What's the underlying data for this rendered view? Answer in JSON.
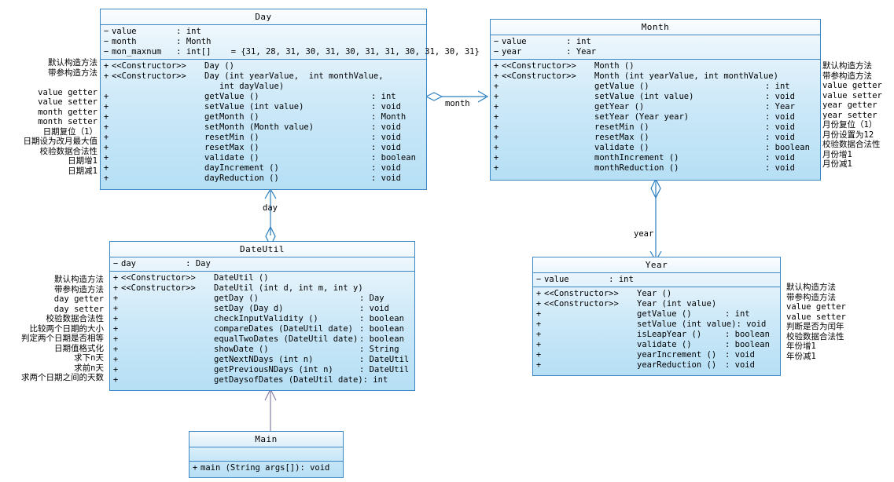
{
  "diagram": {
    "title": "UML Class Diagram",
    "accent_border": "#3b87c4",
    "fill_top": "#fbfdff",
    "fill_bottom": "#b6dff5",
    "connector_color": "#2a7fbf",
    "dependency_color": "#8a7fa8"
  },
  "classes": {
    "day": {
      "name": "Day",
      "attributes": [
        {
          "vis": "−",
          "text": "value",
          "colon": ":",
          "type": "int"
        },
        {
          "vis": "−",
          "text": "month",
          "colon": ":",
          "type": "Month"
        },
        {
          "vis": "−",
          "text": "mon_maxnum",
          "colon": ":",
          "type": "int[]    = {31, 28, 31, 30, 31, 30, 31, 31, 30, 31, 30, 31}"
        }
      ],
      "methods": [
        {
          "vis": "+",
          "stereo": "<<Constructor>>",
          "name": "Day ()",
          "colon": "",
          "ret": ""
        },
        {
          "vis": "+",
          "stereo": "<<Constructor>>",
          "name": "Day (int yearValue,  int monthValue,",
          "colon": "",
          "ret": ""
        },
        {
          "vis": "",
          "stereo": "",
          "name": "int dayValue)",
          "colon": "",
          "ret": "",
          "indent": true
        },
        {
          "vis": "+",
          "stereo": "",
          "name": "getValue ()",
          "colon": ":",
          "ret": "int"
        },
        {
          "vis": "+",
          "stereo": "",
          "name": "setValue (int value)",
          "colon": ":",
          "ret": "void"
        },
        {
          "vis": "+",
          "stereo": "",
          "name": "getMonth ()",
          "colon": ":",
          "ret": "Month"
        },
        {
          "vis": "+",
          "stereo": "",
          "name": "setMonth (Month value)",
          "colon": ":",
          "ret": "void"
        },
        {
          "vis": "+",
          "stereo": "",
          "name": "resetMin ()",
          "colon": ":",
          "ret": "void"
        },
        {
          "vis": "+",
          "stereo": "",
          "name": "resetMax ()",
          "colon": ":",
          "ret": "void"
        },
        {
          "vis": "+",
          "stereo": "",
          "name": "validate ()",
          "colon": ":",
          "ret": "boolean"
        },
        {
          "vis": "+",
          "stereo": "",
          "name": "dayIncrement ()",
          "colon": ":",
          "ret": "void"
        },
        {
          "vis": "+",
          "stereo": "",
          "name": "dayReduction ()",
          "colon": ":",
          "ret": "void"
        }
      ]
    },
    "month": {
      "name": "Month",
      "attributes": [
        {
          "vis": "−",
          "text": "value",
          "colon": ":",
          "type": "int"
        },
        {
          "vis": "−",
          "text": "year",
          "colon": ":",
          "type": "Year"
        }
      ],
      "methods": [
        {
          "vis": "+",
          "stereo": "<<Constructor>>",
          "name": "Month ()",
          "colon": "",
          "ret": ""
        },
        {
          "vis": "+",
          "stereo": "<<Constructor>>",
          "name": "Month (int yearValue, int monthValue)",
          "colon": "",
          "ret": ""
        },
        {
          "vis": "+",
          "stereo": "",
          "name": "getValue ()",
          "colon": ":",
          "ret": "int"
        },
        {
          "vis": "+",
          "stereo": "",
          "name": "setValue (int value)",
          "colon": ":",
          "ret": "void"
        },
        {
          "vis": "+",
          "stereo": "",
          "name": "getYear ()",
          "colon": ":",
          "ret": "Year"
        },
        {
          "vis": "+",
          "stereo": "",
          "name": "setYear (Year year)",
          "colon": ":",
          "ret": "void"
        },
        {
          "vis": "+",
          "stereo": "",
          "name": "resetMin ()",
          "colon": ":",
          "ret": "void"
        },
        {
          "vis": "+",
          "stereo": "",
          "name": "resetMax ()",
          "colon": ":",
          "ret": "void"
        },
        {
          "vis": "+",
          "stereo": "",
          "name": "validate ()",
          "colon": ":",
          "ret": "boolean"
        },
        {
          "vis": "+",
          "stereo": "",
          "name": "monthIncrement ()",
          "colon": ":",
          "ret": "void"
        },
        {
          "vis": "+",
          "stereo": "",
          "name": "monthReduction ()",
          "colon": ":",
          "ret": "void"
        }
      ]
    },
    "dateutil": {
      "name": "DateUtil",
      "attributes": [
        {
          "vis": "−",
          "text": "day",
          "colon": ":",
          "type": "Day"
        }
      ],
      "methods": [
        {
          "vis": "+",
          "stereo": "<<Constructor>>",
          "name": "DateUtil ()",
          "colon": "",
          "ret": ""
        },
        {
          "vis": "+",
          "stereo": "<<Constructor>>",
          "name": "DateUtil (int d, int m, int y)",
          "colon": "",
          "ret": ""
        },
        {
          "vis": "+",
          "stereo": "",
          "name": "getDay ()",
          "colon": ":",
          "ret": "Day"
        },
        {
          "vis": "+",
          "stereo": "",
          "name": "setDay (Day d)",
          "colon": ":",
          "ret": "void"
        },
        {
          "vis": "+",
          "stereo": "",
          "name": "checkInputValidity ()",
          "colon": ":",
          "ret": "boolean"
        },
        {
          "vis": "+",
          "stereo": "",
          "name": "compareDates (DateUtil date)",
          "colon": ":",
          "ret": "boolean"
        },
        {
          "vis": "+",
          "stereo": "",
          "name": "equalTwoDates (DateUtil date)",
          "colon": ":",
          "ret": "boolean"
        },
        {
          "vis": "+",
          "stereo": "",
          "name": "showDate ()",
          "colon": ":",
          "ret": "String"
        },
        {
          "vis": "+",
          "stereo": "",
          "name": "getNextNDays (int n)",
          "colon": ":",
          "ret": "DateUtil"
        },
        {
          "vis": "+",
          "stereo": "",
          "name": "getPreviousNDays (int n)",
          "colon": ":",
          "ret": "DateUtil"
        },
        {
          "vis": "+",
          "stereo": "",
          "name": "getDaysofDates (DateUtil date)",
          "colon": ":",
          "ret": "int"
        }
      ]
    },
    "year": {
      "name": "Year",
      "attributes": [
        {
          "vis": "−",
          "text": "value",
          "colon": ":",
          "type": "int"
        }
      ],
      "methods": [
        {
          "vis": "+",
          "stereo": "<<Constructor>>",
          "name": "Year ()",
          "colon": "",
          "ret": ""
        },
        {
          "vis": "+",
          "stereo": "<<Constructor>>",
          "name": "Year (int value)",
          "colon": "",
          "ret": ""
        },
        {
          "vis": "+",
          "stereo": "",
          "name": "getValue ()",
          "colon": ":",
          "ret": "int"
        },
        {
          "vis": "+",
          "stereo": "",
          "name": "setValue (int value)",
          "colon": ":",
          "ret": "void"
        },
        {
          "vis": "+",
          "stereo": "",
          "name": "isLeapYear ()",
          "colon": ":",
          "ret": "boolean"
        },
        {
          "vis": "+",
          "stereo": "",
          "name": "validate ()",
          "colon": ":",
          "ret": "boolean"
        },
        {
          "vis": "+",
          "stereo": "",
          "name": "yearIncrement ()",
          "colon": ":",
          "ret": "void"
        },
        {
          "vis": "+",
          "stereo": "",
          "name": "yearReduction ()",
          "colon": ":",
          "ret": "void"
        }
      ]
    },
    "main": {
      "name": "Main",
      "attributes": [],
      "methods": [
        {
          "vis": "+",
          "stereo": "",
          "name": "main (String args[])",
          "colon": ":",
          "ret": "void"
        }
      ]
    }
  },
  "annotations": {
    "day": [
      "默认构造方法",
      "带参构造方法",
      "",
      "value getter",
      "value setter",
      "month getter",
      "month setter",
      "日期复位（1）",
      "日期设为改月最大值",
      "校验数据合法性",
      "日期增1",
      "日期减1"
    ],
    "month": [
      "默认构造方法",
      "带参构造方法",
      "value getter",
      "value setter",
      "year getter",
      "year setter",
      "月份复位（1）",
      "月份设置为12",
      "校验数据合法性",
      "月份增1",
      "月份减1"
    ],
    "dateutil": [
      "默认构造方法",
      "带参构造方法",
      "day getter",
      "day setter",
      "校验数据合法性",
      "比较两个日期的大小",
      "判定两个日期是否相等",
      "日期值格式化",
      "求下n天",
      "求前n天",
      "求两个日期之间的天数"
    ],
    "year": [
      "默认构造方法",
      "带参构造方法",
      "value getter",
      "value setter",
      "判断是否为闰年",
      "校验数据合法性",
      "年份增1",
      "年份减1"
    ]
  },
  "edges": {
    "month_label": "month",
    "day_label": "day",
    "year_label": "year"
  }
}
